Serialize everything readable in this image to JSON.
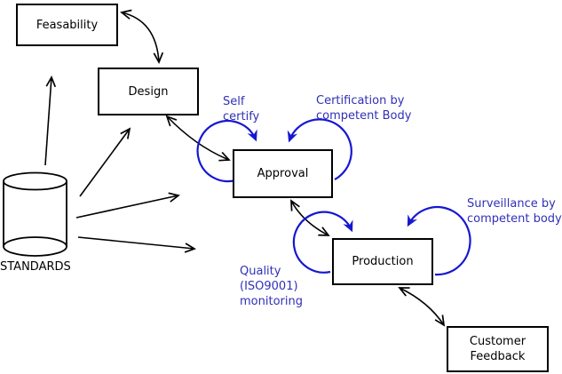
{
  "diagram": {
    "type": "process-flow",
    "colors": {
      "node_border": "#000000",
      "node_fill": "#ffffff",
      "black_arrow": "#000000",
      "loop_blue": "#1717d2",
      "annotation_text_blue": "#3030b8",
      "background": "#ffffff"
    },
    "nodes": {
      "feasability": {
        "label": "Feasability"
      },
      "design": {
        "label": "Design"
      },
      "approval": {
        "label": "Approval"
      },
      "production": {
        "label": "Production"
      },
      "customer_feedback": {
        "label": "Customer\nFeedback"
      }
    },
    "datastore": {
      "label": "STANDARDS",
      "shape": "cylinder"
    },
    "annotations": {
      "self_certify": {
        "label": "Self\ncertify",
        "attached_to": "approval"
      },
      "certification": {
        "label": "Certification by\ncompetent Body",
        "attached_to": "approval"
      },
      "surveillance": {
        "label": "Surveillance by\ncompetent body",
        "attached_to": "production"
      },
      "quality": {
        "label": "Quality\n(ISO9001)\nmonitoring",
        "attached_to": "production"
      }
    },
    "edges": [
      {
        "from": "feasability",
        "to": "design",
        "style": "double-arrow",
        "color": "black"
      },
      {
        "from": "standards",
        "to": "feasability",
        "style": "arrow",
        "color": "black"
      },
      {
        "from": "standards",
        "to": "design",
        "style": "arrow",
        "color": "black"
      },
      {
        "from": "standards",
        "to": "approval",
        "style": "arrow",
        "color": "black"
      },
      {
        "from": "standards",
        "to": "production",
        "style": "arrow",
        "color": "black"
      },
      {
        "from": "design",
        "to": "approval",
        "style": "double-arrow",
        "color": "black"
      },
      {
        "from": "approval",
        "to": "production",
        "style": "double-arrow",
        "color": "black"
      },
      {
        "from": "production",
        "to": "customer_feedback",
        "style": "double-arrow",
        "color": "black"
      },
      {
        "node": "approval",
        "type": "self-loop",
        "side": "left",
        "annotation": "self_certify",
        "color": "blue"
      },
      {
        "node": "approval",
        "type": "self-loop",
        "side": "right",
        "annotation": "certification",
        "color": "blue"
      },
      {
        "node": "production",
        "type": "self-loop",
        "side": "left",
        "annotation": "quality",
        "color": "blue"
      },
      {
        "node": "production",
        "type": "self-loop",
        "side": "right",
        "annotation": "surveillance",
        "color": "blue"
      }
    ]
  }
}
